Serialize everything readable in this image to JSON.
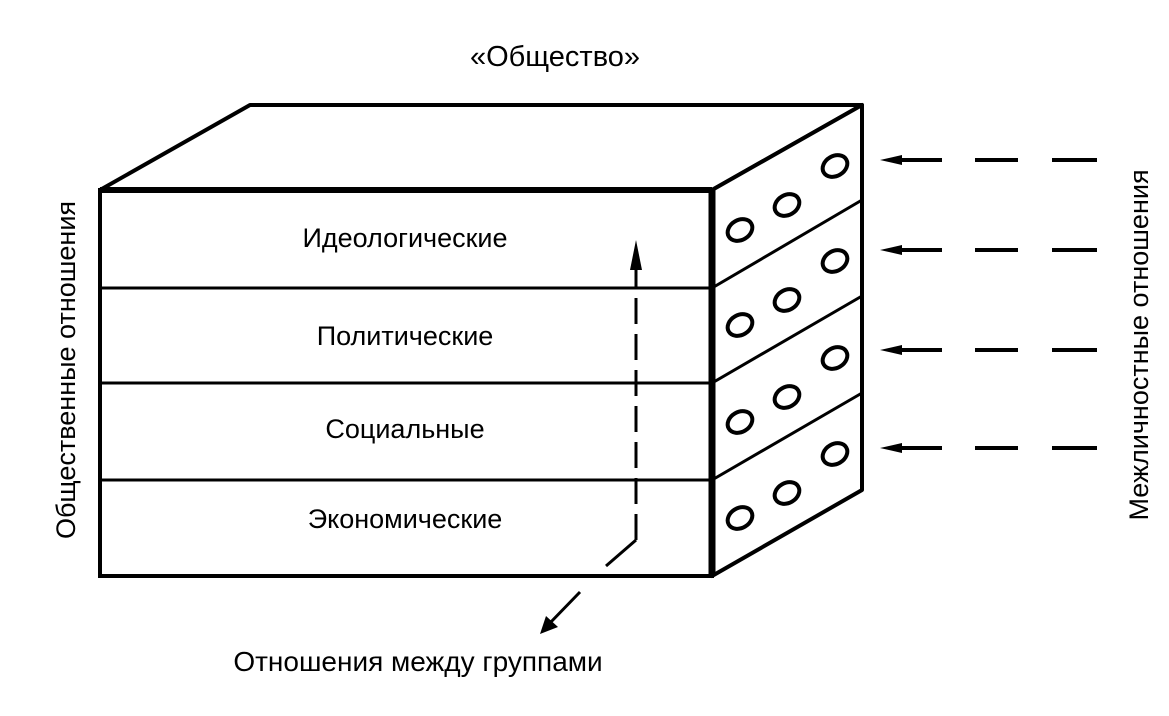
{
  "title": "«Общество»",
  "layers": [
    {
      "label": "Идеологические"
    },
    {
      "label": "Политические"
    },
    {
      "label": "Социальные"
    },
    {
      "label": "Экономические"
    }
  ],
  "left_label": "Общественные отношения",
  "right_label": "Межличностные отношения",
  "bottom_label": "Отношения между группами",
  "colors": {
    "ink": "#000000",
    "paper": "#ffffff"
  }
}
